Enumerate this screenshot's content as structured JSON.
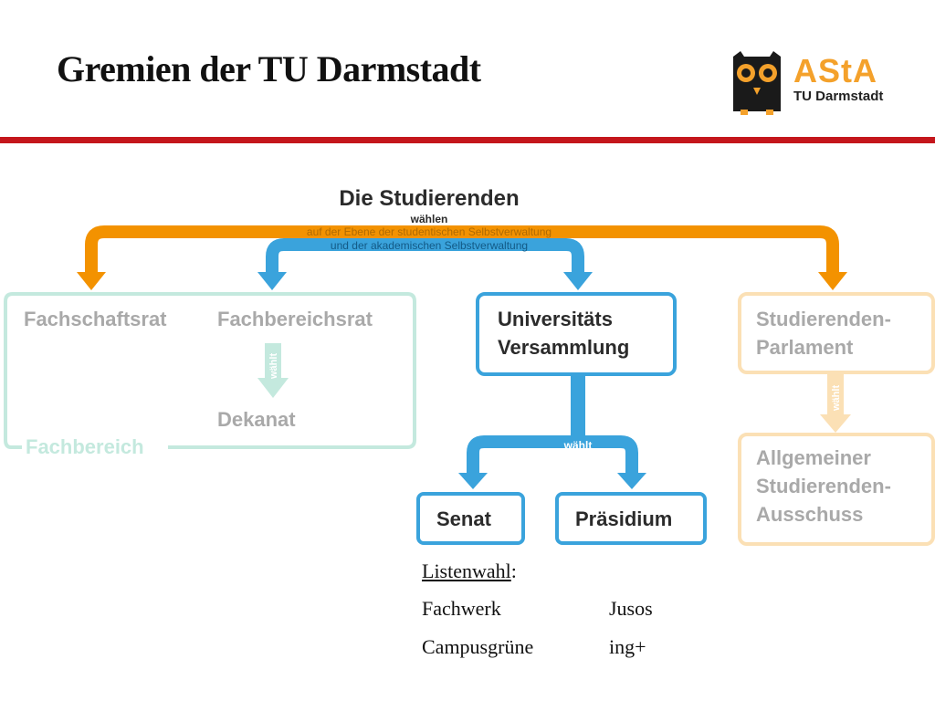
{
  "slide": {
    "title": "Gremien der TU Darmstadt"
  },
  "logo": {
    "brand": "AStA",
    "subtitle": "TU Darmstadt",
    "icon": "owl-icon",
    "color": "#f4a12b"
  },
  "diagram": {
    "top_label": "Die Studierenden",
    "waehlen": "wählen",
    "orange_sub": "auf der Ebene der studentischen Selbstverwaltung",
    "blue_sub": "und der akademischen Selbstverwaltung",
    "fachschaftsrat": "Fachschaftsrat",
    "fachbereichsrat": "Fachbereichsrat",
    "dekanat": "Dekanat",
    "fachbereich": "Fachbereich",
    "uv_line1": "Universitäts",
    "uv_line2": "Versammlung",
    "senat": "Senat",
    "praesidium": "Präsidium",
    "stupa_line1": "Studierenden-",
    "stupa_line2": "Parlament",
    "asta_line1": "Allgemeiner",
    "asta_line2": "Studierenden-",
    "asta_line3": "Ausschuss",
    "waehlt": "wählt",
    "colors": {
      "orange": "#f39200",
      "blue": "#3aa3dc",
      "blue_dark": "#1f8fd0",
      "faded_green": "#c4e9de",
      "faded_orange": "#fbe0b5",
      "gray_text": "#a9a9a9"
    }
  },
  "listenwahl": {
    "title": "Listenwahl",
    "separator": ":",
    "rows": [
      [
        "Fachwerk",
        "Jusos"
      ],
      [
        "Campusgrüne",
        "ing+"
      ]
    ]
  }
}
